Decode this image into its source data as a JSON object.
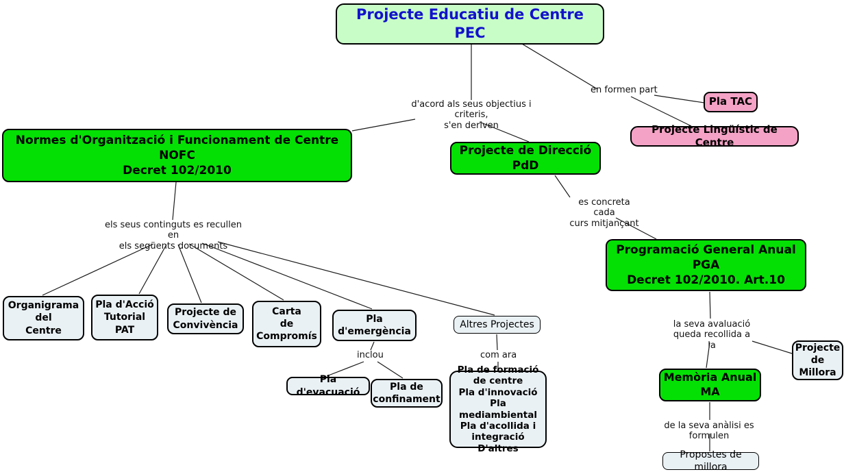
{
  "diagram": {
    "nodes": {
      "pec": "Projecte Educatiu de Centre\nPEC",
      "pla_tac": "Pla TAC",
      "projecte_linguistic": "Projecte Lingüístic de Centre",
      "nofc": "Normes d'Organització i Funcionament de Centre\nNOFC\nDecret 102/2010",
      "pdd": "Projecte de Direcció\nPdD",
      "pga": "Programació General Anual\nPGA\nDecret 102/2010. Art.10",
      "organigrama": "Organigrama\ndel\nCentre",
      "pat": "Pla d'Acció\nTutorial\nPAT",
      "convivencia": "Projecte de\nConvivència",
      "carta_compromis": "Carta\nde\nCompromís",
      "emergencia": "Pla\nd'emergència",
      "altres_projectes": "Altres Projectes",
      "evacuacio": "Pla d'evacuació",
      "confinament": "Pla de\nconfinament",
      "llista_projectes": "Pla de formació\nde centre\nPla d'innovació\nPla mediambiental\nPla d'acollida i\nintegració\nD'altres",
      "projecte_millora": "Projecte\nde\nMillora",
      "memoria": "Memòria Anual\nMA",
      "propostes_millora": "Propostes de millora"
    },
    "link_labels": {
      "en_formen_part": "en formen part",
      "objectius": "d'acord als seus objectius i criteris,\ns'en deriven",
      "es_concreta": "es concreta cada\ncurs mitjançant",
      "continguts": "els seus continguts es recullen en\nels següents documents",
      "inclou": "inclou",
      "com_ara": "com ara",
      "avaluacio": "la seva avaluació\nqueda recollida a la",
      "analisi": "de la seva anàlisi es formulen"
    },
    "colors": {
      "node_green": "#04e004",
      "node_pale_green": "#c8fdc8",
      "node_pink": "#f4a2c6",
      "node_gray": "#eaf1f4",
      "title_text_blue": "#1212cc",
      "line": "#000000"
    }
  }
}
